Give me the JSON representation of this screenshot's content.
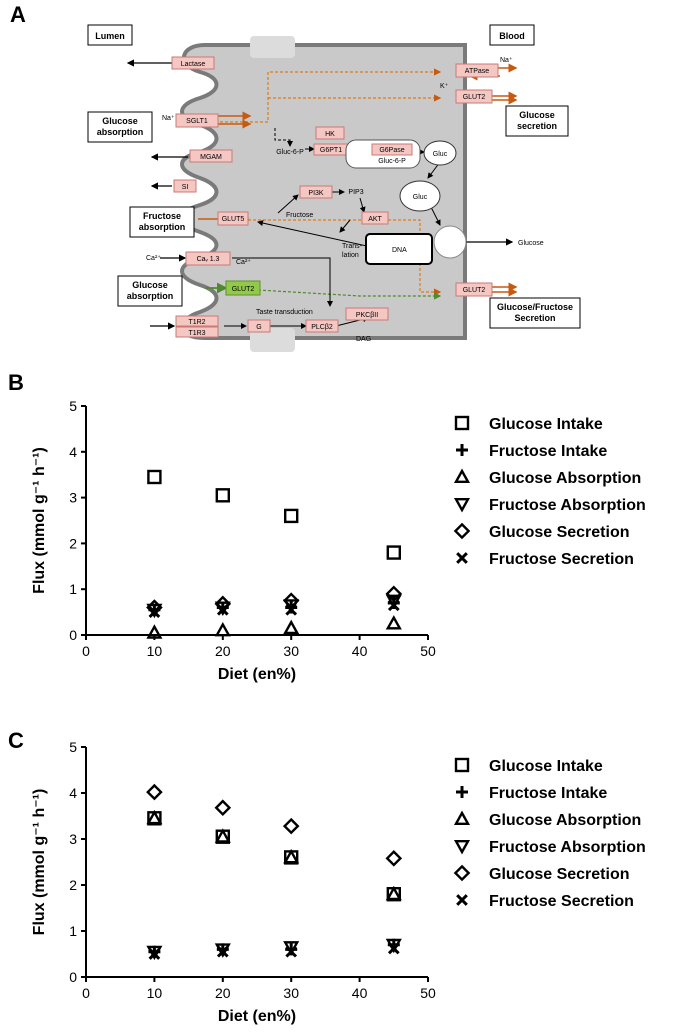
{
  "panels": {
    "a": "A",
    "b": "B",
    "c": "C"
  },
  "diagram": {
    "lumen": "Lumen",
    "blood": "Blood",
    "lactase": "Lactase",
    "sglt1": "SGLT1",
    "mgam": "MGAM",
    "si": "SI",
    "glut5": "GLUT5",
    "cav": "Caᵥ 1.3",
    "glut2_green": "GLUT2",
    "t1r2": "T1R2",
    "t1r3": "T1R3",
    "atpase": "ATPase",
    "glut2_top": "GLUT2",
    "glut2_bottom": "GLUT2",
    "hk": "HK",
    "g6pt1": "G6PT1",
    "g6pase": "G6Pase",
    "gluc6p_1": "Gluc-6-P",
    "gluc6p_2": "Gluc-6-P",
    "gluc_1": "Gluc",
    "gluc_2": "Gluc",
    "pi3k": "PI3K",
    "pip3": "PIP3",
    "akt": "AKT",
    "fructose": "Fructose",
    "dna": "DNA",
    "translation": "Trans-\nlation",
    "glucose_out": "Glucose",
    "g_box": "G",
    "plcb2": "PLCβ2",
    "pkcbii": "PKCβII",
    "dag": "DAG",
    "taste": "Taste transduction",
    "na_left": "Na⁺",
    "na_right": "Na⁺",
    "k_right": "K⁺",
    "ca_left": "Ca²⁺",
    "ca_mid": "Ca²⁺",
    "glucose_absorption_1": "Glucose\nabsorption",
    "fructose_absorption": "Fructose\nabsorption",
    "glucose_absorption_2": "Glucose\nabsorption",
    "glucose_secretion": "Glucose\nsecretion",
    "gf_secretion": "Glucose/Fructose\nSecretion"
  },
  "chart_data": [
    {
      "type": "scatter",
      "panel": "B",
      "xlabel": "Diet (en%)",
      "ylabel": "Flux (mmol g⁻¹ h⁻¹)",
      "xlim": [
        0,
        50
      ],
      "ylim": [
        0,
        5
      ],
      "xticks": [
        0,
        10,
        20,
        30,
        40,
        50
      ],
      "yticks": [
        0,
        1,
        2,
        3,
        4,
        5
      ],
      "legend_position": "right",
      "series": [
        {
          "name": "Glucose Intake",
          "marker": "square",
          "x": [
            10,
            20,
            30,
            45
          ],
          "y": [
            3.45,
            3.05,
            2.6,
            1.8
          ]
        },
        {
          "name": "Fructose Intake",
          "marker": "plus",
          "x": [
            10,
            20,
            30,
            45
          ],
          "y": [
            0.55,
            0.6,
            0.6,
            0.7
          ]
        },
        {
          "name": "Glucose Absorption",
          "marker": "triangle-up",
          "x": [
            10,
            20,
            30,
            45
          ],
          "y": [
            0.05,
            0.1,
            0.15,
            0.25
          ]
        },
        {
          "name": "Fructose Absorption",
          "marker": "triangle-down",
          "x": [
            10,
            20,
            30,
            45
          ],
          "y": [
            0.55,
            0.6,
            0.65,
            0.75
          ]
        },
        {
          "name": "Glucose Secretion",
          "marker": "diamond",
          "x": [
            10,
            20,
            30,
            45
          ],
          "y": [
            0.6,
            0.68,
            0.75,
            0.9
          ]
        },
        {
          "name": "Fructose Secretion",
          "marker": "x",
          "x": [
            10,
            20,
            30,
            45
          ],
          "y": [
            0.5,
            0.55,
            0.55,
            0.65
          ]
        }
      ]
    },
    {
      "type": "scatter",
      "panel": "C",
      "xlabel": "Diet (en%)",
      "ylabel": "Flux (mmol g⁻¹ h⁻¹)",
      "xlim": [
        0,
        50
      ],
      "ylim": [
        0,
        5
      ],
      "xticks": [
        0,
        10,
        20,
        30,
        40,
        50
      ],
      "yticks": [
        0,
        1,
        2,
        3,
        4,
        5
      ],
      "legend_position": "right",
      "series": [
        {
          "name": "Glucose Intake",
          "marker": "square",
          "x": [
            10,
            20,
            30,
            45
          ],
          "y": [
            3.45,
            3.05,
            2.6,
            1.8
          ]
        },
        {
          "name": "Fructose Intake",
          "marker": "plus",
          "x": [
            10,
            20,
            30,
            45
          ],
          "y": [
            0.55,
            0.6,
            0.6,
            0.7
          ]
        },
        {
          "name": "Glucose Absorption",
          "marker": "triangle-up",
          "x": [
            10,
            20,
            30,
            45
          ],
          "y": [
            3.45,
            3.05,
            2.6,
            1.8
          ]
        },
        {
          "name": "Fructose Absorption",
          "marker": "triangle-down",
          "x": [
            10,
            20,
            30,
            45
          ],
          "y": [
            0.55,
            0.6,
            0.65,
            0.7
          ]
        },
        {
          "name": "Glucose Secretion",
          "marker": "diamond",
          "x": [
            10,
            20,
            30,
            45
          ],
          "y": [
            4.02,
            3.68,
            3.28,
            2.58
          ]
        },
        {
          "name": "Fructose Secretion",
          "marker": "x",
          "x": [
            10,
            20,
            30,
            45
          ],
          "y": [
            0.5,
            0.55,
            0.55,
            0.62
          ]
        }
      ]
    }
  ]
}
